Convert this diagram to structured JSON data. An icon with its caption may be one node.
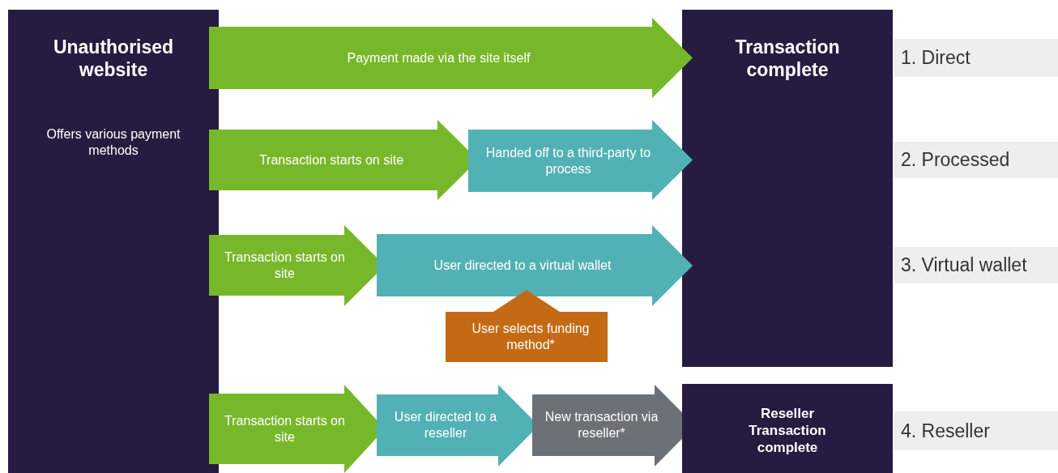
{
  "diagram": {
    "nodes": [
      {
        "text": [
          "Unauthorised website",
          "Offers various payment methods"
        ]
      },
      {
        "text": [
          "Transaction complete"
        ]
      },
      {
        "text": [
          "Payment made via the site itself"
        ]
      },
      {
        "text": [
          "Transaction starts on site"
        ]
      },
      {
        "text": [
          "Handed off to a third-party to process"
        ]
      },
      {
        "text": [
          "Transaction starts on site"
        ]
      },
      {
        "text": [
          "User directed to a virtual wallet"
        ]
      },
      {
        "text": [
          "User selects funding method*"
        ]
      },
      {
        "text": [
          "Transaction starts on site"
        ]
      },
      {
        "text": [
          "User directed to a reseller"
        ]
      },
      {
        "text": [
          "New transaction via reseller*"
        ]
      },
      {
        "text": [
          "Reseller Transaction complete"
        ]
      }
    ],
    "labels": [
      "1. Direct",
      "2. Processed",
      "3. Virtual wallet",
      "4. Reseller"
    ]
  }
}
